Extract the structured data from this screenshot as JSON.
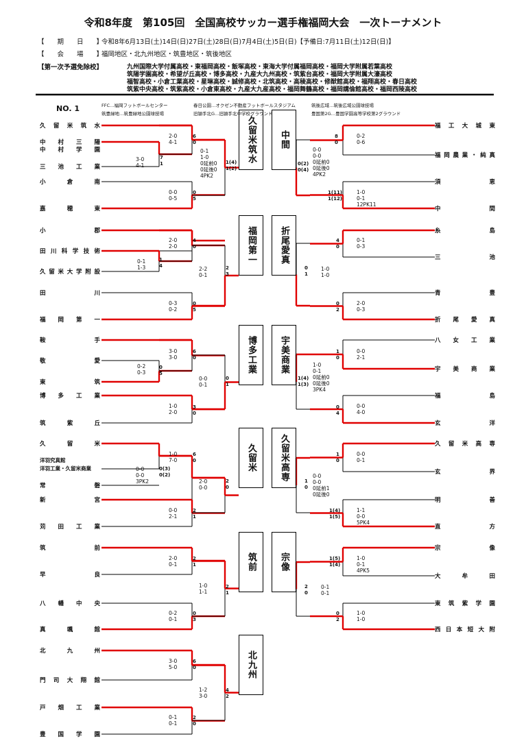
{
  "title": "令和8年度　第105回　全国高校サッカー選手権福岡大会　一次トーナメント",
  "info": {
    "period_label": "【　　期　　日　　】",
    "period": "令和8年6月13日(土)14日(日)27日(土)28日(日)7月4日(土)5日(日)【予備日:7月11日(土)12日(日)】",
    "venue_label": "【　　会　　場　　】",
    "venue": "福岡地区・北九州地区・筑豊地区・筑後地区",
    "exempt_label": "【第一次予選免除校】",
    "exempt": [
      "九州国際大学付属高校・東福岡高校・飯塚高校・東海大学付属福岡高校・福岡大学附属若葉高校",
      "筑陽学園高校・希望が丘高校・博多高校・九産大九州高校・筑紫台高校・福岡大学附属大濠高校",
      "福智高校・小倉工業高校・星琳高校・誠修高校・北筑高校・高稜高校・修猷館高校・福翔高校・春日高校",
      "筑紫中央高校・筑紫高校・小倉東高校・九産大九産高校・福岡舞鶴高校・福岡講倫館高校・福岡西陵高校"
    ]
  },
  "block": "NO. 1",
  "venues": [
    "FFC…福岡フットボールセンター",
    "筑豊緑地…筑豊緑地公園球技場",
    "春日公園…オクゼン不動産フットボールスタジアム",
    "旧頴手北G…旧頴手北中学校グラウンド",
    "筑後広域…筑後広域公園球技場",
    "豊国第2G…豊国学園高等学校第2グラウンド"
  ],
  "left_teams": [
    "久留米筑水",
    "中村三陽",
    "中村学園",
    "三池工業",
    "小倉南",
    "嘉穂東",
    "小郡",
    "田川科学技術",
    "久留米大学附設",
    "田川",
    "福岡第一",
    "鞍手",
    "敬愛",
    "東筑",
    "博多工業",
    "筑紫丘",
    "久留米",
    "洋羽究真館",
    "洋羽工業・久留米商業",
    "常磐",
    "新宮",
    "苅田工業",
    "筑前",
    "早良",
    "八幡中央",
    "真颯館",
    "北九州",
    "門司大翔館",
    "戸畑工業",
    "豊国学園"
  ],
  "right_teams": [
    "福工大城東",
    "福岡農業・純真",
    "須恵",
    "中間",
    "糸島",
    "三池",
    "青豊",
    "折尾愛真",
    "八女工業",
    "宇美商業",
    "福島",
    "玄洋",
    "久留米高専",
    "玄界",
    "明善",
    "直方",
    "宗像",
    "大牟田",
    "東筑紫学園",
    "西日本短大附"
  ],
  "boxes": [
    "久留米筑水",
    "中間",
    "福岡第一",
    "折尾愛真",
    "博多工業",
    "宇美商業",
    "久留米",
    "久留米高専",
    "筑前",
    "宗像",
    "北九州"
  ],
  "scores": [
    {
      "t": "2-0\n4-1"
    },
    {
      "t": "3-0\n4-1"
    },
    {
      "t": "0-1\n1-0\n0延前0\n0延後0\n4PK2"
    },
    {
      "t": "0-0\n0-5"
    },
    {
      "t": "0-2\n0-6"
    },
    {
      "t": "0-0\n0-0\n0延前0\n0延後0\n4PK2"
    },
    {
      "t": "1-0\n0-1\n12PK11"
    },
    {
      "t": "2-0\n2-0"
    },
    {
      "t": "0-1\n1-3"
    },
    {
      "t": "2-2\n0-1"
    },
    {
      "t": "0-3\n0-2"
    },
    {
      "t": "0-1\n0-3"
    },
    {
      "t": "1-0\n1-0"
    },
    {
      "t": "2-0\n0-3"
    },
    {
      "t": "3-0\n3-0"
    },
    {
      "t": "0-2\n0-3"
    },
    {
      "t": "0-0\n0-1"
    },
    {
      "t": "1-0\n2-0"
    },
    {
      "t": "0-0\n2-1"
    },
    {
      "t": "1-0\n0-1\n0延前0\n0延後0\n3PK4"
    },
    {
      "t": "0-0\n4-0"
    },
    {
      "t": "1-0\n7-0"
    },
    {
      "t": "0-0\n0-0\n3PK2"
    },
    {
      "t": "2-0\n0-0"
    },
    {
      "t": "0-0\n2-1"
    },
    {
      "t": "0-0\n0-1"
    },
    {
      "t": "0-0\n0-0\n0延前1\n0延後0"
    },
    {
      "t": "1-1\n0-0\n5PK4"
    },
    {
      "t": "2-0\n0-1"
    },
    {
      "t": "1-0\n1-1"
    },
    {
      "t": "0-2\n0-1"
    },
    {
      "t": "1-0\n0-1\n4PK5"
    },
    {
      "t": "0-1\n0-1"
    },
    {
      "t": "1-0\n1-0"
    },
    {
      "t": "3-0\n5-0"
    },
    {
      "t": "1-2\n3-0"
    },
    {
      "t": "0-1\n0-1"
    }
  ],
  "nums": [
    "6\n0",
    "7\n1",
    "1(4)\n1(2)",
    "0\n5",
    "8\n0",
    "0(2)\n0(4)",
    "1(11)\n1(12)",
    "4\n0",
    "1\n4",
    "2\n3",
    "0\n5",
    "4\n0",
    "0\n1",
    "0\n2",
    "6\n0",
    "0\n5",
    "0\n1",
    "3\n0",
    "1\n0",
    "1(4)\n1(3)",
    "0\n4",
    "6\n0",
    "0(3)\n0(2)",
    "2\n0",
    "2\n1",
    "1\n0",
    "1\n0",
    "1(4)\n1(5)",
    "2\n1",
    "2\n1",
    "0\n3",
    "1(5)\n1(4)",
    "2\n0",
    "0\n2",
    "6\n0",
    "4\n2",
    "2\n0"
  ],
  "colors": {
    "win": "#e00000",
    "line": "#000000"
  }
}
